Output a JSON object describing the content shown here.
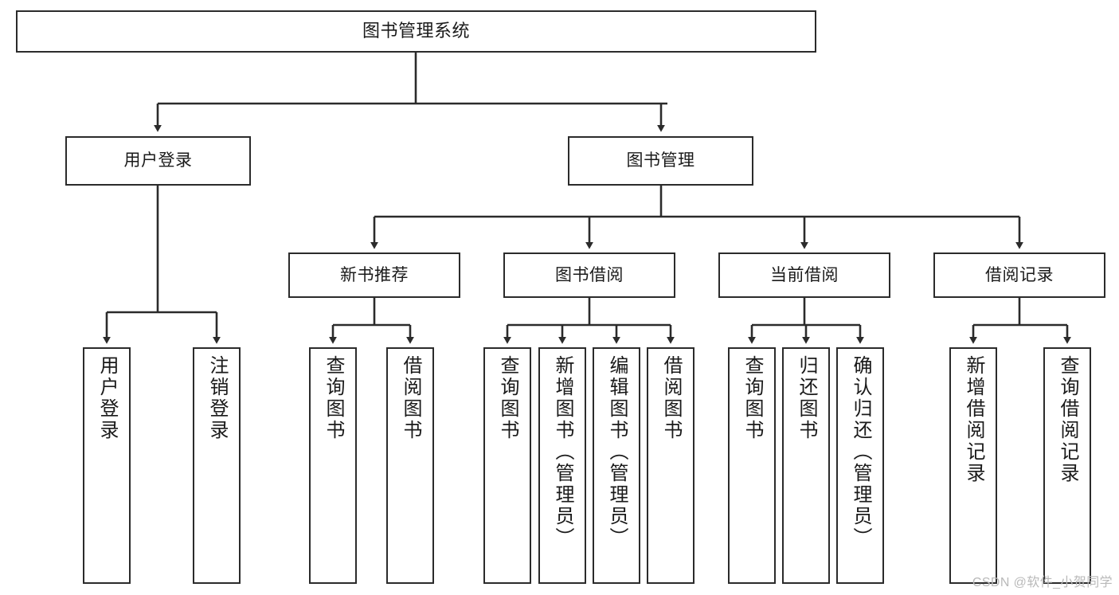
{
  "diagram": {
    "type": "tree-hierarchy-chart",
    "title": "图书管理系统",
    "watermark": "CSDN @软件_小贺同学",
    "colors": {
      "box_border": "#2b2b2b",
      "box_fill": "#ffffff",
      "connector": "#2b2b2b",
      "background": "#ffffff",
      "watermark": "#b9b9b9"
    },
    "nodes": {
      "root": {
        "label": "图书管理系统"
      },
      "level2": [
        {
          "label": "用户登录"
        },
        {
          "label": "图书管理"
        }
      ],
      "level3": [
        {
          "label": "新书推荐"
        },
        {
          "label": "图书借阅"
        },
        {
          "label": "当前借阅"
        },
        {
          "label": "借阅记录"
        }
      ],
      "leaves": {
        "user_login": [
          {
            "label": "用户登录"
          },
          {
            "label": "注销登录"
          }
        ],
        "new_book_recommend": [
          {
            "label": "查询图书"
          },
          {
            "label": "借阅图书"
          }
        ],
        "book_borrow": [
          {
            "label": "查询图书"
          },
          {
            "label": "新增图书（管理员）"
          },
          {
            "label": "编辑图书（管理员）"
          },
          {
            "label": "借阅图书"
          }
        ],
        "current_borrow": [
          {
            "label": "查询图书"
          },
          {
            "label": "归还图书"
          },
          {
            "label": "确认归还（管理员）"
          }
        ],
        "borrow_record": [
          {
            "label": "新增借阅记录"
          },
          {
            "label": "查询借阅记录"
          }
        ]
      }
    }
  }
}
